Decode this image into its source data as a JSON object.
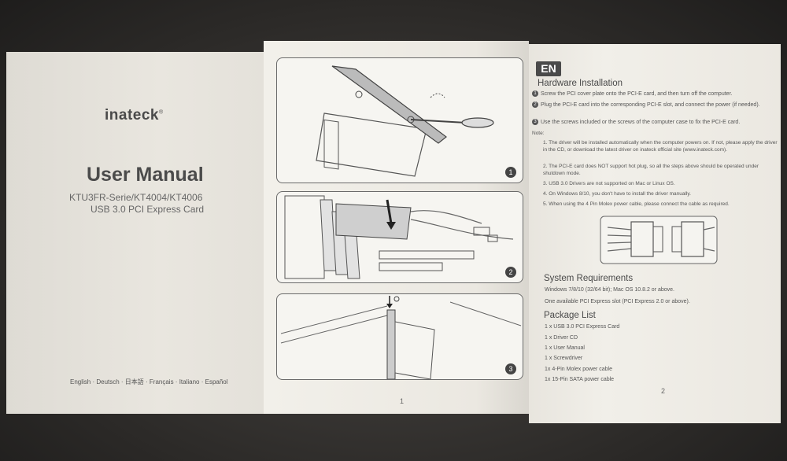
{
  "cover": {
    "brand": "inateck",
    "title": "User Manual",
    "model": "KTU3FR-Serie/KT4004/KT4006",
    "subtitle": "USB 3.0 PCI Express Card",
    "languages": "English · Deutsch · 日本語 · Français · Italiano · Español"
  },
  "middle": {
    "figures": [
      "1",
      "2",
      "3"
    ],
    "page_number": "1"
  },
  "right": {
    "lang_badge": "EN",
    "heading_install": "Hardware Installation",
    "steps": [
      "Screw the PCI cover plate onto the PCI-E card, and then turn off the computer.",
      "Plug the PCI-E card into the corresponding PCI-E slot, and connect the power (if needed).",
      "Use the screws included or the screws of the computer case to fix the PCI-E card."
    ],
    "step_numbers": [
      "1",
      "2",
      "3"
    ],
    "note_label": "Note:",
    "notes": [
      "1. The driver will be installed automatically when the computer powers on. If not, please apply the driver in the CD, or download the latest driver on inateck official site (www.inateck.com).",
      "2. The PCI-E card does NOT support hot plug, so all the steps above should be operated under shutdown mode.",
      "3. USB 3.0 Drivers are not supported on Mac or Linux OS.",
      "4. On Windows 8/10, you don't have to install the driver manually.",
      "5. When using the 4 Pin Molex power cable, please connect the cable as required."
    ],
    "heading_sysreq": "System Requirements",
    "sysreq": [
      "Windows 7/8/10 (32/64 bit); Mac OS 10.8.2 or above.",
      "One available PCI Express slot (PCI Express 2.0 or above)."
    ],
    "heading_package": "Package List",
    "package": [
      "1 x USB 3.0 PCI Express Card",
      "1 x Driver CD",
      "1 x User Manual",
      "1 x Screwdriver",
      "1x 4-Pin Molex power cable",
      "1x 15-Pin SATA power cable"
    ],
    "page_number": "2"
  }
}
